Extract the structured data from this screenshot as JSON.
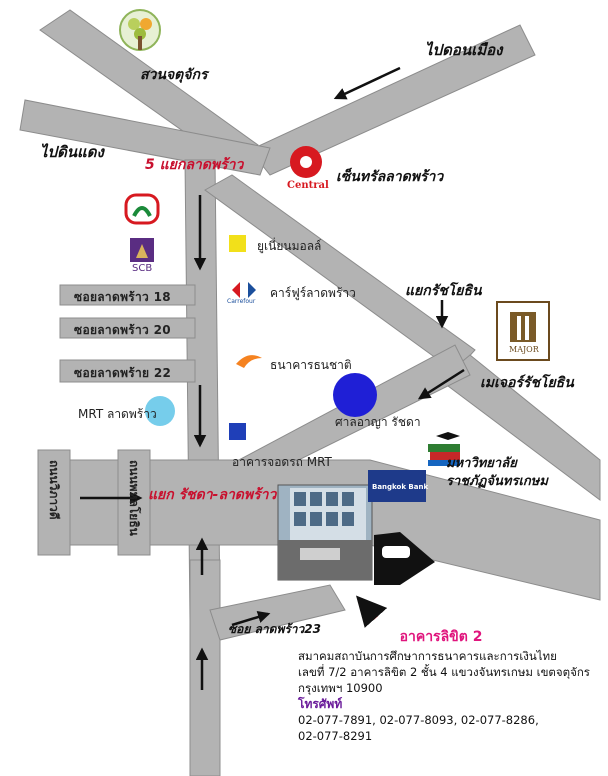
{
  "map": {
    "places": {
      "park": "สวนจตุจักร",
      "to_don_mueang": "ไปดอนเมือง",
      "to_din_daeng": "ไปดินแดง",
      "five_lat_phrao": "5 แยกลาดพร้าว",
      "central": "เซ็นทรัลลาดพร้าว",
      "central_logo_text": "Central",
      "scb": "SCB",
      "union_mall": "ยูเนี่ยนมอลล์",
      "carrefour": "คาร์ฟูร์ลาดพร้าว",
      "carrefour_logo_text": "Carrefour",
      "ratchayothin_jn": "แยกรัชโยธิน",
      "major_logo_text": "MAJOR",
      "major": "เมเจอร์รัชโยธิน",
      "thanachart": "ธนาคารธนชาติ",
      "criminal_court": "ศาลอาญา รัชดา",
      "mrt_lat_phrao": "MRT ลาดพร้าว",
      "parking_mrt": "อาคารจอดรถ MRT",
      "university_line1": "มหาวิทยาลัย",
      "university_line2": "ราชภัฏจันทรเกษม",
      "bangkok_bank": "Bangkok Bank",
      "ratchada_jn": "แยก รัชดา-ลาดพร้าว",
      "vibhavadi": "ถนนวิภาวดี",
      "phahonyothin": "ถนนพหลโยธิน"
    },
    "soi_labels": [
      "ซอยลาดพร้าว 18",
      "ซอยลาดพร้าว 20",
      "ซอยลาดพร้าย 22"
    ],
    "soi_23": "ซอย ลาดพร้าว23",
    "colors": {
      "road": "#b3b3b3",
      "road_edge": "#8c8c8c",
      "arrow": "#111111",
      "marker": "#d81b1b",
      "court_circle": "#1f1fd6",
      "union_square": "#f2e01a",
      "parking_square": "#1f3fb8",
      "title_pink": "#e0157d",
      "phone_purple": "#6a1b9a"
    }
  },
  "info": {
    "title": "อาคารลิขิต 2",
    "org": "สมาคมสถาบันการศึกษาการธนาคารและการเงินไทย",
    "address": "เลขที่ 7/2 อาคารลิขิต 2 ชั้น 4 แขวงจันทรเกษม เขตจตุจักร",
    "city": "กรุงเทพฯ 10900",
    "phone_label": "โทรศัพท์",
    "phones_line1": "02-077-7891, 02-077-8093, 02-077-8286,",
    "phones_line2": "02-077-8291"
  }
}
